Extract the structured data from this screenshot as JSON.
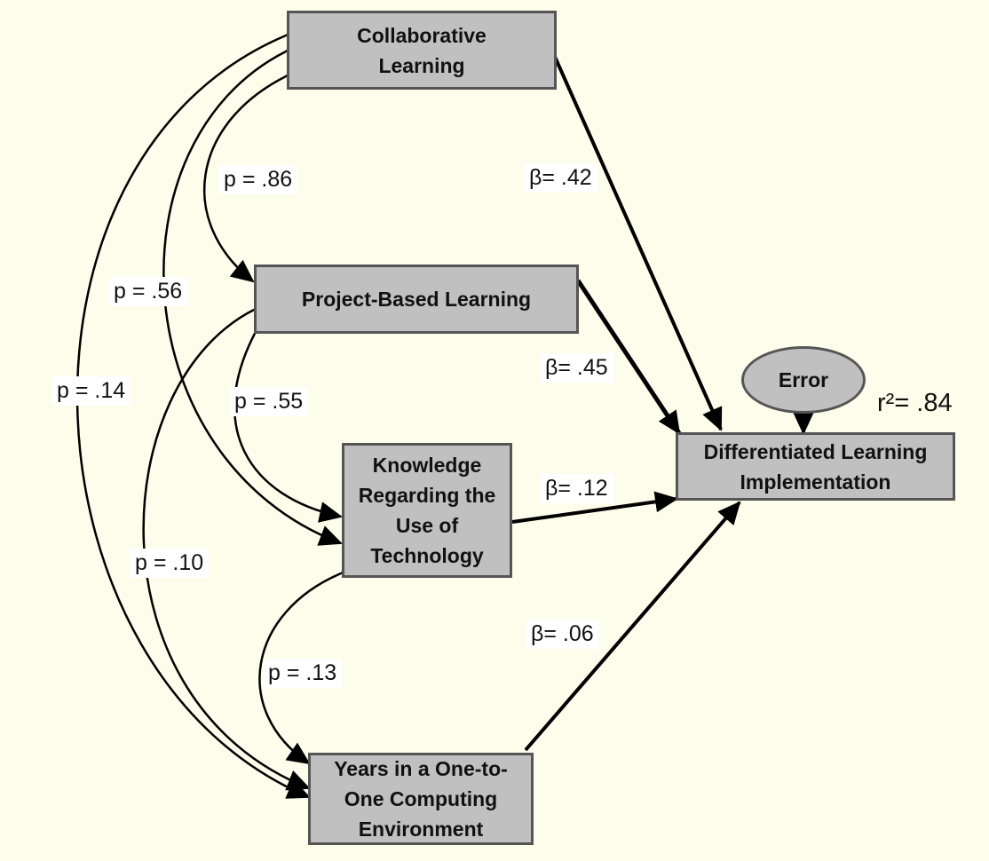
{
  "nodes": {
    "collaborative": "Collaborative Learning",
    "project": "Project-Based Learning",
    "knowledge": "Knowledge Regarding the Use of Technology",
    "years": "Years in a One-to-One Computing Environment",
    "outcome": "Differentiated Learning Implementation",
    "error": "Error"
  },
  "paths": {
    "beta_collaborative": "β= .42",
    "beta_project": "β= .45",
    "beta_knowledge": "β= .12",
    "beta_years": "β= .06"
  },
  "correlations": {
    "collab_project": "p = .86",
    "collab_knowledge": "p = .56",
    "collab_years": "p = .14",
    "project_knowledge": "p = .55",
    "project_years": "p = .10",
    "knowledge_years": "p = .13"
  },
  "r_squared": "r²= .84",
  "colors": {
    "background": "#fcfdea",
    "node_fill": "#c0c0c0",
    "node_border": "#555555",
    "arrow": "#000000"
  }
}
